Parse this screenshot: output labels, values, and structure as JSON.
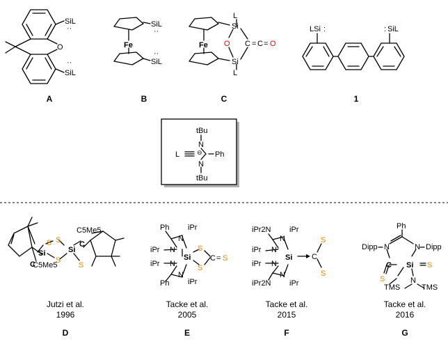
{
  "atoms": {
    "si": "Si",
    "si_l": "SiL",
    "l_si": "LSi",
    "l": "L",
    "fe": "Fe",
    "o": "O",
    "c": "C",
    "s": "S",
    "n": "N",
    "ph": "Ph",
    "tbu": "tBu",
    "ipr": "iPr",
    "ipr2n": "iPr2N",
    "dipp": "Dipp",
    "tms": "TMS",
    "c5me5": "C5Me5",
    "lone_pair": "··"
  },
  "compounds_top": [
    {
      "label": "A"
    },
    {
      "label": "B"
    },
    {
      "label": "C"
    },
    {
      "label": "1"
    }
  ],
  "ligand_box": {
    "l_symbol": "L",
    "equiv_symbol": "≡",
    "top_substituent": "tBu",
    "bottom_substituent": "tBu",
    "aryl": "Ph",
    "charge": "⊖"
  },
  "compounds_bottom": [
    {
      "label": "D",
      "author": "Jutzi et al.",
      "year": "1996"
    },
    {
      "label": "E",
      "author": "Tacke et al.",
      "year": "2005"
    },
    {
      "label": "F",
      "author": "Tacke et al.",
      "year": "2015"
    },
    {
      "label": "G",
      "author": "Tacke et al.",
      "year": "2016"
    }
  ],
  "colors": {
    "sulfur": "#e68a00",
    "oxygen": "#e00000",
    "bond": "#000000"
  }
}
